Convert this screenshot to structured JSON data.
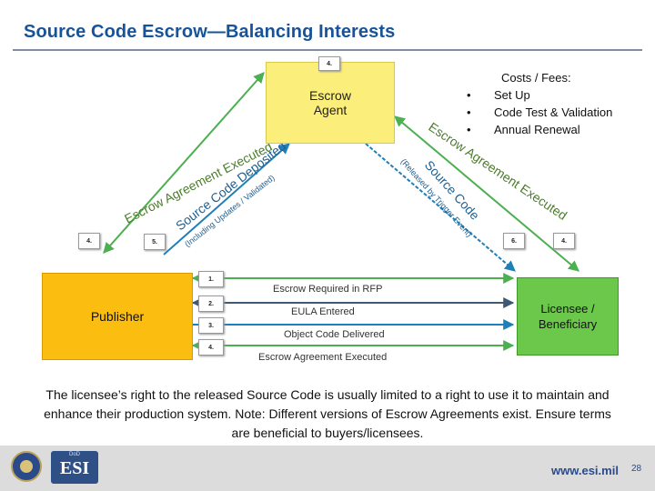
{
  "title": "Source Code Escrow—Balancing Interests",
  "nodes": {
    "escrow_agent": {
      "line1": "Escrow",
      "line2": "Agent"
    },
    "publisher": "Publisher",
    "licensee": {
      "line1": "Licensee /",
      "line2": "Beneficiary"
    }
  },
  "costs": {
    "heading": "Costs / Fees:",
    "items": [
      "Set Up",
      "Code Test & Validation",
      "Annual Renewal"
    ],
    "bullet": "•"
  },
  "step_markers": {
    "escrow_top": "4.",
    "publisher_left": "4.",
    "publisher_right": "5.",
    "licensee_left": "6.",
    "licensee_right": "4.",
    "middle": [
      "1.",
      "2.",
      "3.",
      "4."
    ]
  },
  "diagonal_labels": {
    "left_outer": "Escrow Agreement Executed",
    "left_inner_1": "Source Code Deposited",
    "left_inner_2": "(Including Updates / Validated)",
    "right_outer": "Escrow Agreement Executed",
    "right_inner_1": "Source Code",
    "right_inner_2": "(Released by Trigger Event)"
  },
  "horizontal_labels": [
    "Escrow Required in RFP",
    "EULA Entered",
    "Object Code Delivered",
    "Escrow Agreement Executed"
  ],
  "bottom_text": "The licensee’s right to the released Source Code is usually limited to a right to use it to maintain and enhance their production system. Note: Different versions of Escrow Agreements exist. Ensure terms are beneficial to buyers/licensees.",
  "footer": {
    "logo_dod": "DoD",
    "logo_esi": "ESI",
    "url": "www.esi.mil",
    "page": "28"
  },
  "colors": {
    "title": "#17539a",
    "escrow_box": "#fcee7a",
    "publisher_box": "#fbbd10",
    "licensee_box": "#6cc84a",
    "arrow_green": "#4caf50",
    "arrow_blue": "#1f7fb8",
    "arrow_dark": "#3c5a78"
  }
}
